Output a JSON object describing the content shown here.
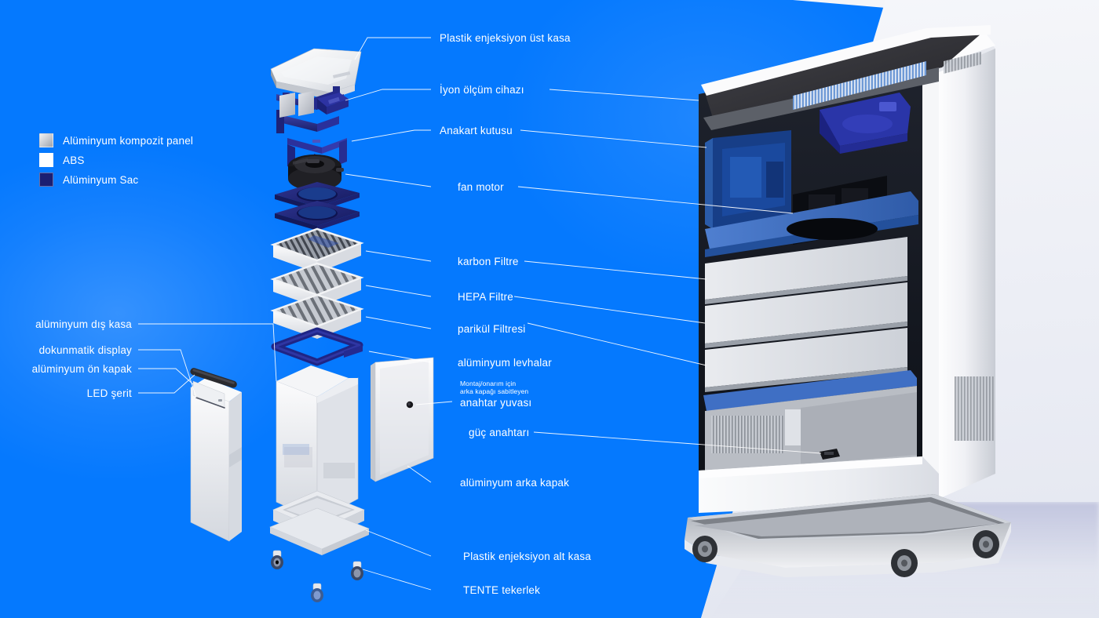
{
  "meta": {
    "doc_type": "exploded-view-product-infographic",
    "language": "tr",
    "background_color": "#0579fe",
    "label_color": "#ffffff",
    "panel_color": "#eceef5"
  },
  "legend": {
    "items": [
      {
        "label": "Alüminyum kompozit panel",
        "swatch": "aluminum-composite-panel",
        "color": "#c9ccd2"
      },
      {
        "label": "ABS",
        "swatch": "abs-plastic",
        "color": "#ffffff"
      },
      {
        "label": "Alüminyum Sac",
        "swatch": "aluminum-sheet",
        "color": "#1b1f73"
      }
    ]
  },
  "callouts": {
    "top_case": "Plastik enjeksiyon üst kasa",
    "ion_meter": "İyon ölçüm cihazı",
    "mainboard_box": "Anakart kutusu",
    "fan_motor": "fan motor",
    "carbon_filter": "karbon Filtre",
    "hepa_filter": "HEPA Filtre",
    "particle_filter": "parikül Filtresi",
    "aluminum_plates": "alüminyum levhalar",
    "key_slot_note_line1": "Montaj/onarım için",
    "key_slot_note_line2": "arka kapağı sabitleyen",
    "key_slot": "anahtar yuvası",
    "power_switch": "güç anahtarı",
    "rear_cover": "alüminyum arka kapak",
    "bottom_case": "Plastik enjeksiyon alt kasa",
    "wheel": "TENTE tekerlek",
    "outer_case": "alüminyum dış kasa",
    "touch_display": "dokunmatik display",
    "front_cover": "alüminyum ön kapak",
    "led_strip": "LED şerit"
  }
}
